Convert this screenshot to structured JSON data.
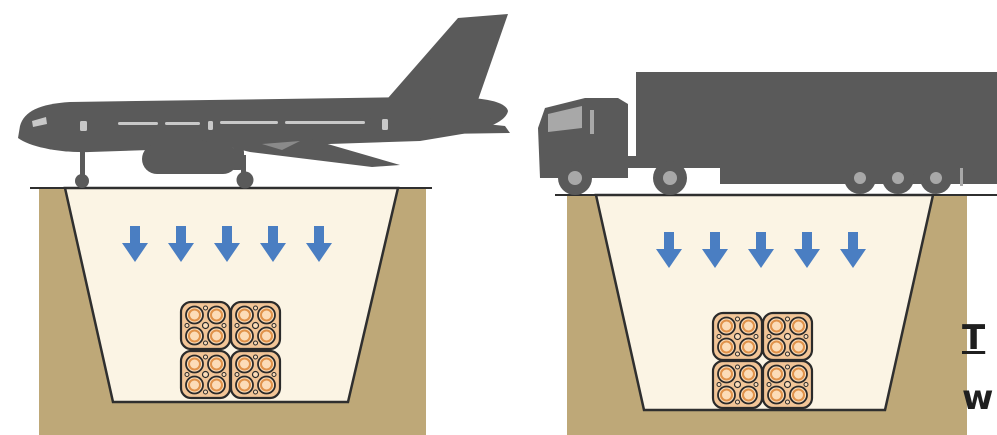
{
  "colors": {
    "background": "#ffffff",
    "soil": "#bea878",
    "backfill": "#fbf4e4",
    "trench_outline": "#2f2f2f",
    "vehicle": "#5a5a5a",
    "arrow": "#4a7ec2",
    "conduit_fill": "#f2c597",
    "conduit_rim": "#e0924a",
    "conduit_outline": "#2a2a2a"
  },
  "panels": [
    {
      "vehicle": "airplane-icon",
      "load_arrows": 5,
      "conduit_grid": "2x2"
    },
    {
      "vehicle": "truck-icon",
      "load_arrows": 5,
      "conduit_grid": "2x2"
    }
  ],
  "cut_off_text": {
    "line1": "T",
    "line2": "w"
  }
}
